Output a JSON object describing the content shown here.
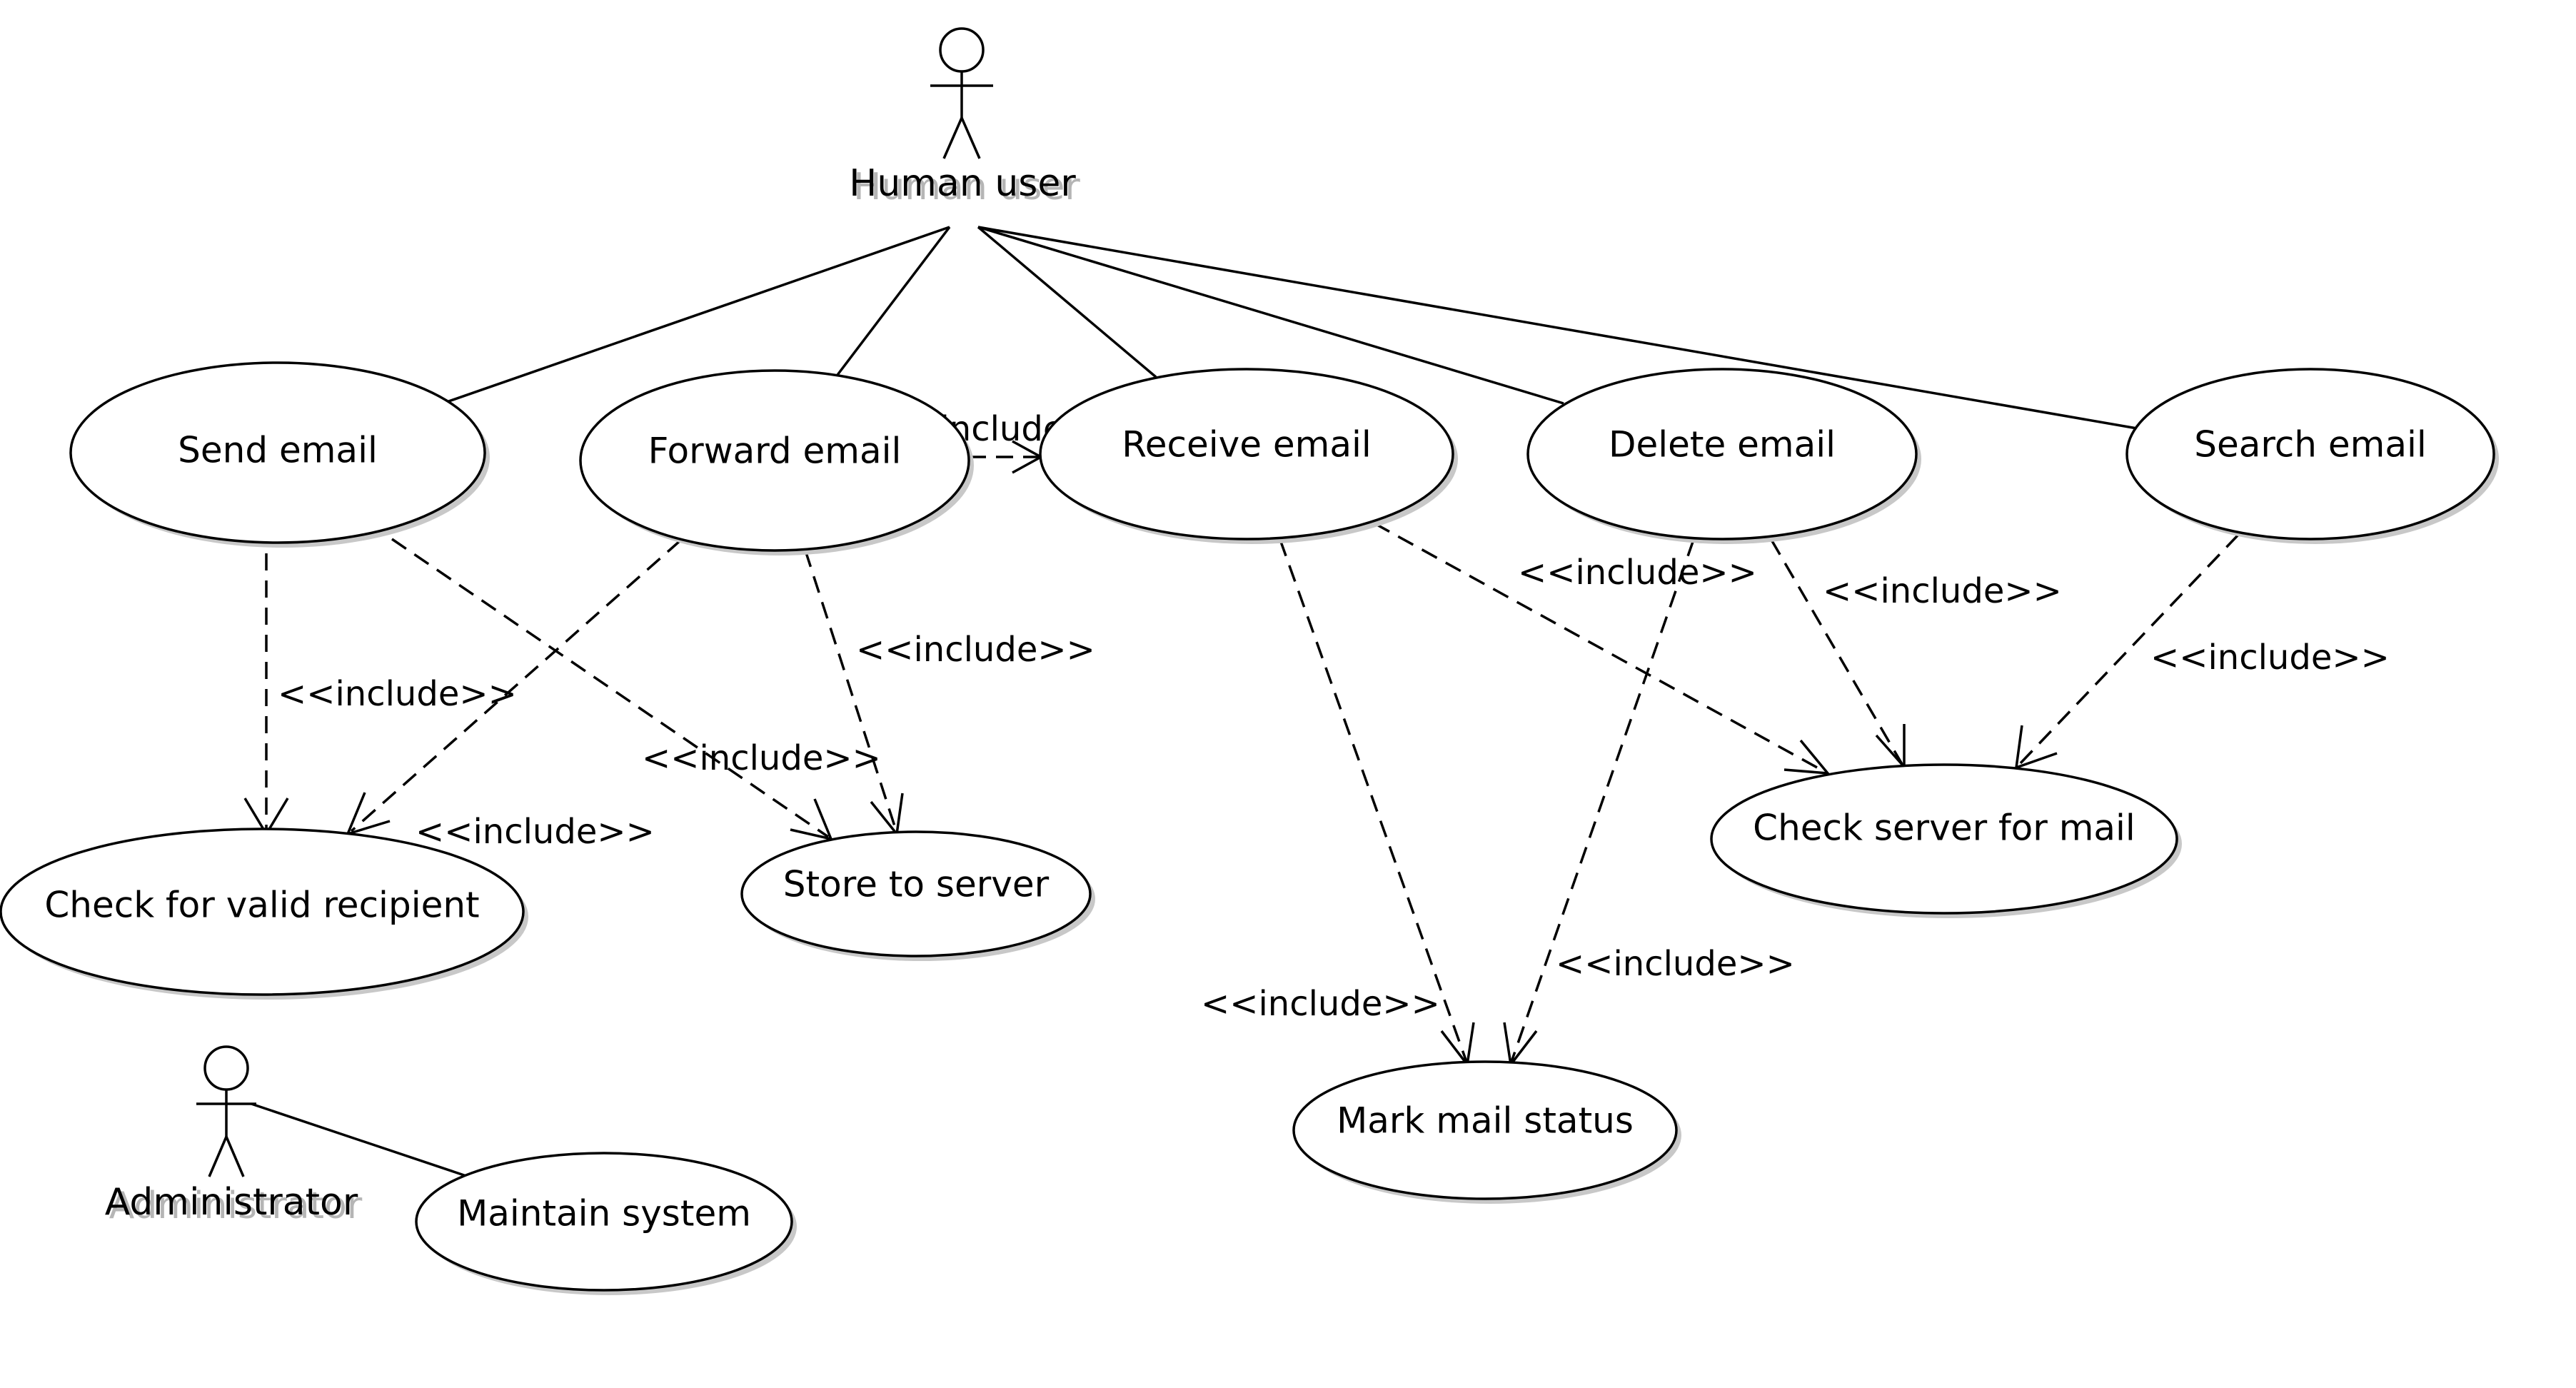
{
  "actors": {
    "human_user": "Human user",
    "administrator": "Administrator"
  },
  "use_cases": {
    "send_email": "Send email",
    "forward_email": "Forward email",
    "receive_email": "Receive email",
    "delete_email": "Delete email",
    "search_email": "Search email",
    "check_valid_recipient": "Check for valid recipient",
    "store_to_server": "Store to server",
    "check_server_for_mail": "Check server for mail",
    "mark_mail_status": "Mark mail status",
    "maintain_system": "Maintain system"
  },
  "relationships": {
    "include_label": "<<include>>"
  },
  "colors": {
    "line": "#000000",
    "background": "#ffffff",
    "shadow": "#c8c8c8"
  }
}
